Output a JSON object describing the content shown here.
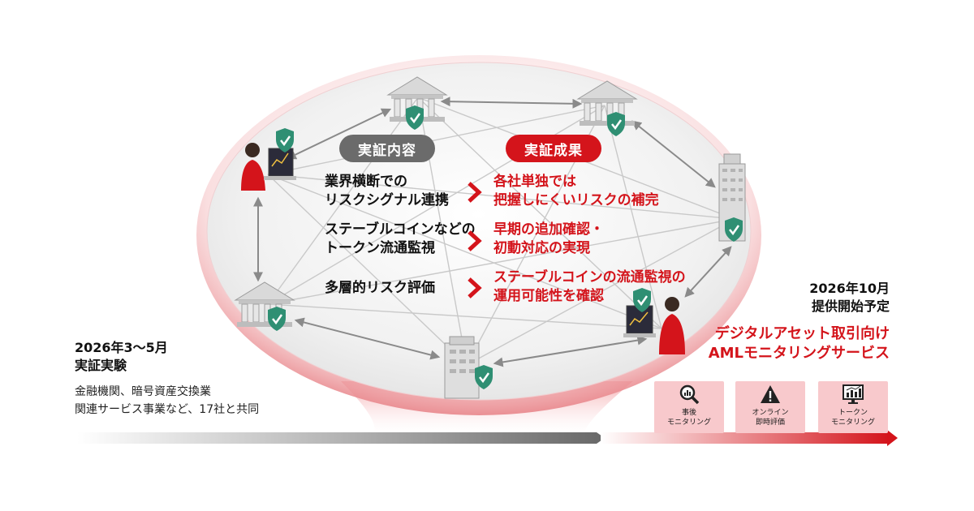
{
  "center": {
    "content_header": "実証内容",
    "result_header": "実証成果",
    "rows": [
      {
        "content": [
          "業界横断での",
          "リスクシグナル連携"
        ],
        "result": [
          "各社単独では",
          "把握しにくいリスクの補完"
        ]
      },
      {
        "content": [
          "ステーブルコインなどの",
          "トークン流通監視"
        ],
        "result": [
          "早期の追加確認・",
          "初動対応の実現"
        ]
      },
      {
        "content": [
          "多層的リスク評価"
        ],
        "result": [
          "ステーブルコインの流通監視の",
          "運用可能性を確認"
        ]
      }
    ]
  },
  "left": {
    "date": "2026年3〜5月",
    "phase": "実証実験",
    "desc_line1": "金融機関、暗号資産交換業",
    "desc_line2": "関連サービス事業など、17社と共同"
  },
  "right": {
    "date": "2026年10月",
    "phase": "提供開始予定",
    "service_line1": "デジタルアセット取引向け",
    "service_line2": "AMLモニタリングサービス",
    "cards": [
      {
        "line1": "事後",
        "line2": "モニタリング",
        "icon": "magnifier-chart-icon"
      },
      {
        "line1": "オンライン",
        "line2": "即時評価",
        "icon": "warning-icon"
      },
      {
        "line1": "トークン",
        "line2": "モニタリング",
        "icon": "monitor-chart-icon"
      }
    ]
  },
  "colors": {
    "accent": "#d4141b",
    "gray_pill": "#6b6b6b",
    "card_bg": "#f8c9cc",
    "shield": "#2f8f73"
  }
}
